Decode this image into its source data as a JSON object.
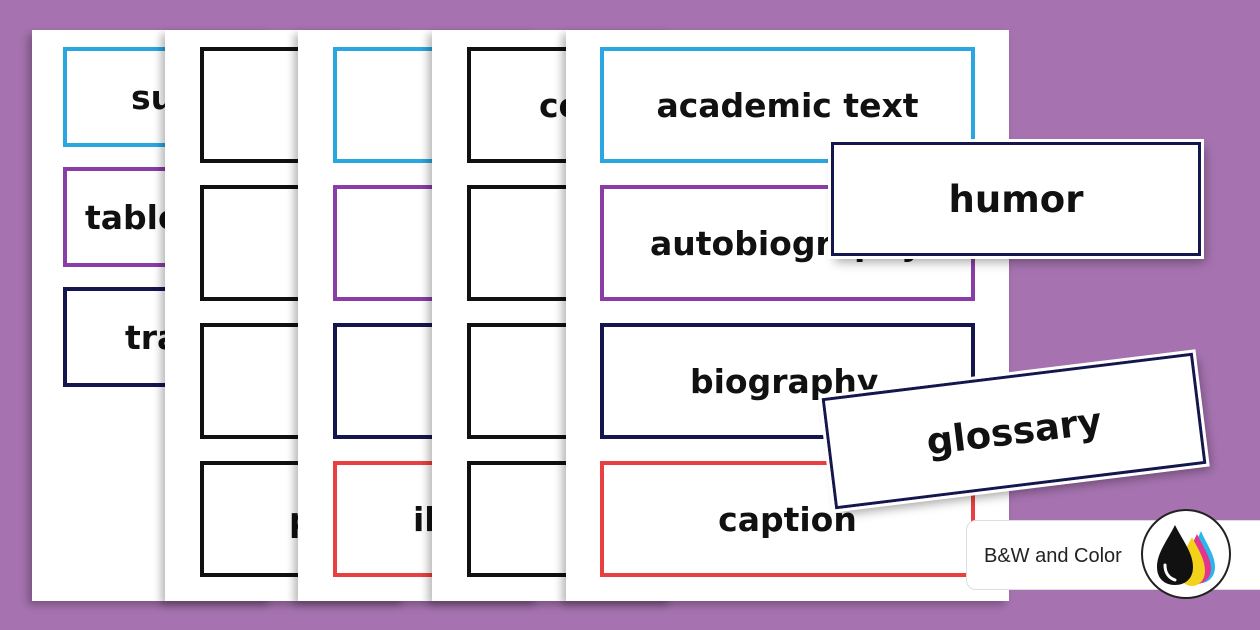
{
  "sheets": [
    {
      "cards": [
        "su",
        "table",
        "tra"
      ]
    },
    {
      "cards": [
        "",
        "",
        "",
        "p"
      ]
    },
    {
      "cards": [
        "",
        "",
        "",
        "il"
      ]
    },
    {
      "cards": [
        "co",
        "",
        "",
        ""
      ]
    },
    {
      "cards": [
        "academic text",
        "autobiography",
        "biography",
        "caption"
      ]
    }
  ],
  "loose_cards": {
    "humor": "humor",
    "glossary": "glossary"
  },
  "badge": {
    "label": "B&W and Color",
    "icon": "ink-drops-icon"
  },
  "colors": {
    "background": "#a673b0",
    "blue": "#2aa6e0",
    "purple": "#8a3da6",
    "navy": "#14164d",
    "red": "#e84040",
    "black": "#111111"
  }
}
